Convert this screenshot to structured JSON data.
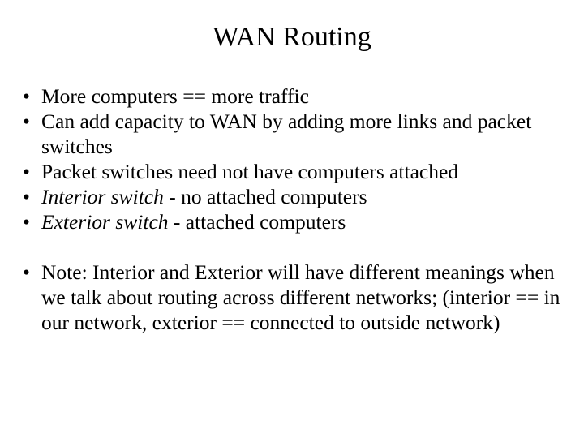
{
  "slide": {
    "title": "WAN Routing",
    "bullet_marker": "•",
    "groups": [
      {
        "items": [
          {
            "text": "More computers == more traffic",
            "emphasis": null,
            "rest": null
          },
          {
            "text": "Can add capacity to WAN by adding more links and packet switches",
            "emphasis": null,
            "rest": null
          },
          {
            "text": "Packet switches need not have computers attached",
            "emphasis": null,
            "rest": null
          },
          {
            "text": null,
            "emphasis": "Interior switch",
            "rest": " - no attached computers"
          },
          {
            "text": null,
            "emphasis": "Exterior switch",
            "rest": " - attached computers"
          }
        ]
      },
      {
        "items": [
          {
            "text": "Note: Interior and Exterior will have different meanings when we talk about routing across different networks; (interior == in our network, exterior == connected to outside network)",
            "emphasis": null,
            "rest": null
          }
        ]
      }
    ]
  },
  "colors": {
    "background": "#ffffff",
    "text": "#000000"
  }
}
